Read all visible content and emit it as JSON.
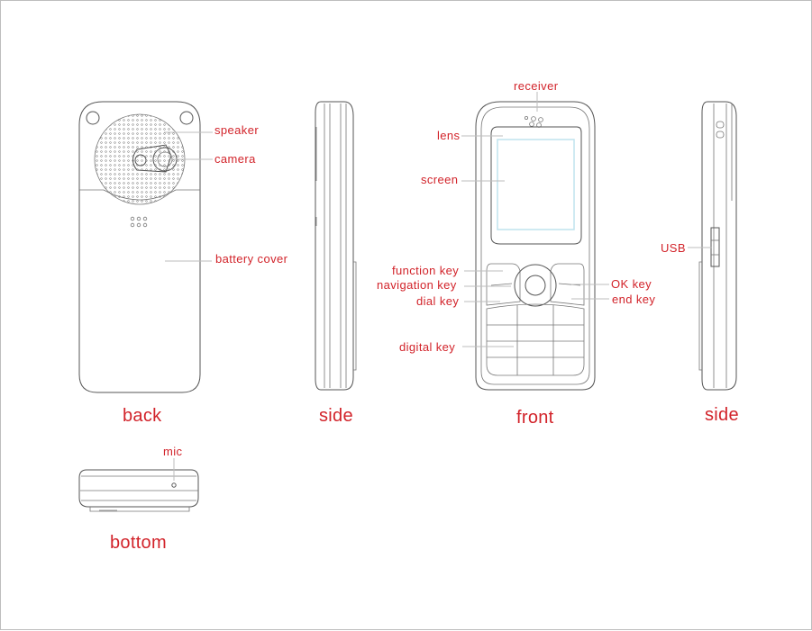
{
  "colors": {
    "label": "#d2232a",
    "outline": "#555555",
    "screen": "#bfe3ee",
    "frame": "#bdbdbd"
  },
  "views": {
    "back": "back",
    "side_left": "side",
    "front": "front",
    "side_right": "side",
    "bottom": "bottom"
  },
  "labels": {
    "speaker": "speaker",
    "camera": "camera",
    "battery_cover": "battery cover",
    "receiver": "receiver",
    "lens": "lens",
    "screen": "screen",
    "function_key": "function key",
    "navigation_key": "navigation key",
    "dial_key": "dial key",
    "digital_key": "digital key",
    "ok_key": "OK key",
    "end_key": "end key",
    "usb": "USB",
    "mic": "mic"
  }
}
